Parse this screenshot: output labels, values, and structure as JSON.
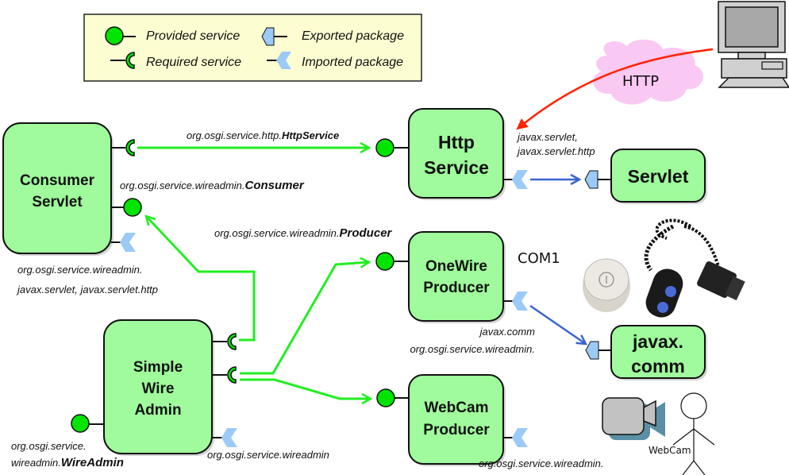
{
  "legend": {
    "provided_service": "Provided service",
    "required_service": "Required service",
    "exported_package": "Exported package",
    "imported_package": "Imported package"
  },
  "colors": {
    "bundle_fill": "#9ffb9b",
    "service_green": "#00e400",
    "wire_green": "#22ee22",
    "package_blue": "#9ccaf7",
    "package_link": "#3a64d0",
    "http_arrow": "#ff2200",
    "cloud_pink": "#f9c8f3",
    "legend_bg": "#fdfdd2"
  },
  "bundles": {
    "consumer_servlet": {
      "line1": "Consumer",
      "line2": "Servlet"
    },
    "http_service": {
      "line1": "Http",
      "line2": "Service"
    },
    "servlet": {
      "line1": "Servlet"
    },
    "onewire_producer": {
      "line1": "OneWire",
      "line2": "Producer"
    },
    "javax_comm": {
      "line1": "javax.",
      "line2": "comm"
    },
    "simple_wire_admin": {
      "line1": "Simple",
      "line2": "Wire",
      "line3": "Admin"
    },
    "webcam_producer": {
      "line1": "WebCam",
      "line2": "Producer"
    }
  },
  "labels": {
    "http_service_prefix": "org.osgi.service.http.",
    "http_service_bold": "HttpService",
    "consumer_prefix": "org.osgi.service.wireadmin.",
    "consumer_bold": "Consumer",
    "producer_prefix": "org.osgi.service.wireadmin.",
    "producer_bold": "Producer",
    "consumer_imports_1": "org.osgi.service.wireadmin.",
    "consumer_imports_2": "javax.servlet, javax.servlet.http",
    "http_exports_1": "javax.servlet,",
    "http_exports_2": "javax.servlet.http",
    "onewire_imports_1": "javax.comm",
    "onewire_imports_2": "org.osgi.service.wireadmin.",
    "wireadmin_service_1": "org.osgi.service.",
    "wireadmin_service_2_prefix": "wireadmin.",
    "wireadmin_service_2_bold": "WireAdmin",
    "wireadmin_exports": "org.osgi.service.wireadmin",
    "webcam_imports": "org.osgi.service.wireadmin.",
    "com1": "COM1",
    "http": "HTTP",
    "webcam_actor": "WebCam"
  }
}
